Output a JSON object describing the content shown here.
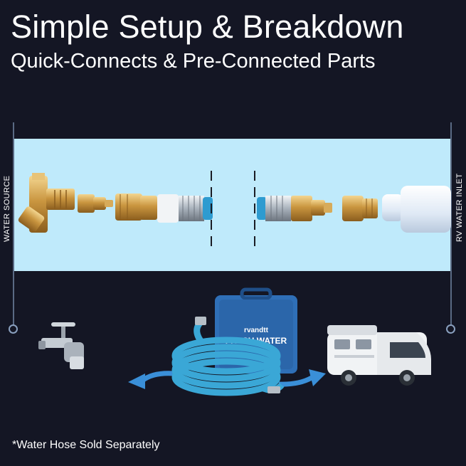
{
  "header": {
    "title": "Simple Setup & Breakdown",
    "subtitle": "Quick-Connects & Pre-Connected Parts"
  },
  "diagram": {
    "left_label": "WATER SOURCE",
    "right_label": "RV WATER INLET"
  },
  "case": {
    "brand": "rvandtt",
    "label": "FRESH WATER"
  },
  "footnote": "*Water Hose Sold Separately",
  "colors": {
    "background": "#141624",
    "band": "#bfeafb",
    "brass": "#c9953f",
    "blue_hose": "#3aa7d6",
    "case_blue": "#2f6fb7",
    "arrow_blue": "#3a8fd8"
  },
  "icons": [
    "faucet-icon",
    "rv-icon",
    "hose-icon",
    "case-icon",
    "arrow-left-icon",
    "arrow-right-icon"
  ]
}
